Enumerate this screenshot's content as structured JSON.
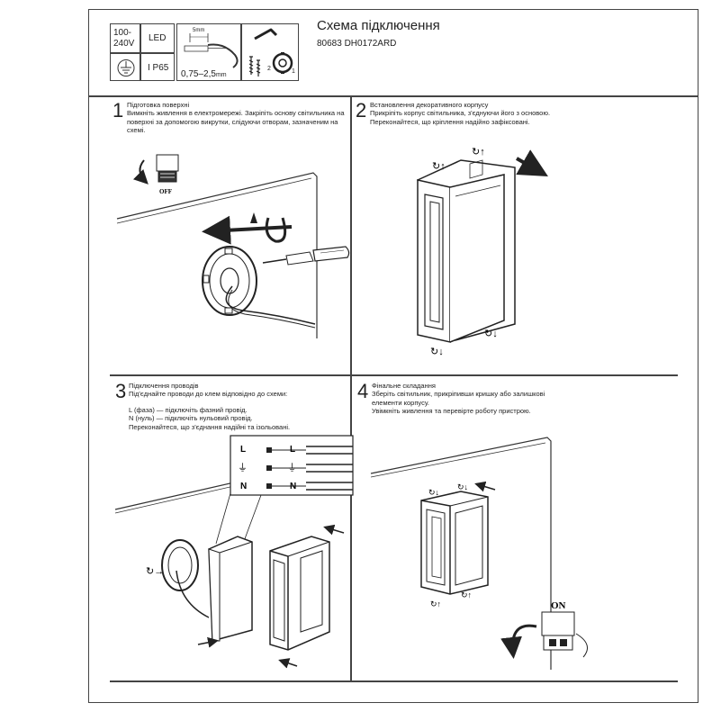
{
  "header": {
    "title": "Схема підключення",
    "model": "80683 DH0172ARD"
  },
  "specs": {
    "voltage_line1": "100-",
    "voltage_line2": "240V",
    "source": "LED",
    "ip": "I P65",
    "strip_length": "5mm",
    "wire_section": "0,75–2,5",
    "wire_unit": "mm",
    "screws_count": "2",
    "plate_count": "1",
    "ground_icon": "ground-symbol-icon",
    "hex_key_icon": "hex-key-icon"
  },
  "steps": [
    {
      "number": "1",
      "title": "Підготовка поверхні",
      "lines": [
        "Вимкніть живлення в електромережі. Закріпіть основу світильника на",
        "поверхні за допомогою викрутки, слідуючи отворам, зазначеним на",
        "схемі."
      ],
      "switch_label": "OFF"
    },
    {
      "number": "2",
      "title": "Встановлення декоративного корпусу",
      "lines": [
        "Прикріпіть корпус світильника, з'єднуючи його з основою.",
        "Переконайтеся, що кріплення надійно зафіксовані."
      ]
    },
    {
      "number": "3",
      "title": "Підключення проводів",
      "lines": [
        "Під'єднайте проводи до клем відповідно до схеми:",
        "",
        "L (фаза) — підключіть фазний провід.",
        "N (нуль) — підключіть нульовий провід.",
        "Переконайтеся, що з'єднання надійні та ізольовані."
      ],
      "terminals": [
        "L",
        "⏚",
        "N"
      ]
    },
    {
      "number": "4",
      "title": "Фінальне складання",
      "lines": [
        "Зберіть світильник, прикріпивши кришку або залишкові",
        "елементи корпусу.",
        "Увімкніть живлення та перевірте роботу пристрою."
      ],
      "switch_label": "ON"
    }
  ]
}
